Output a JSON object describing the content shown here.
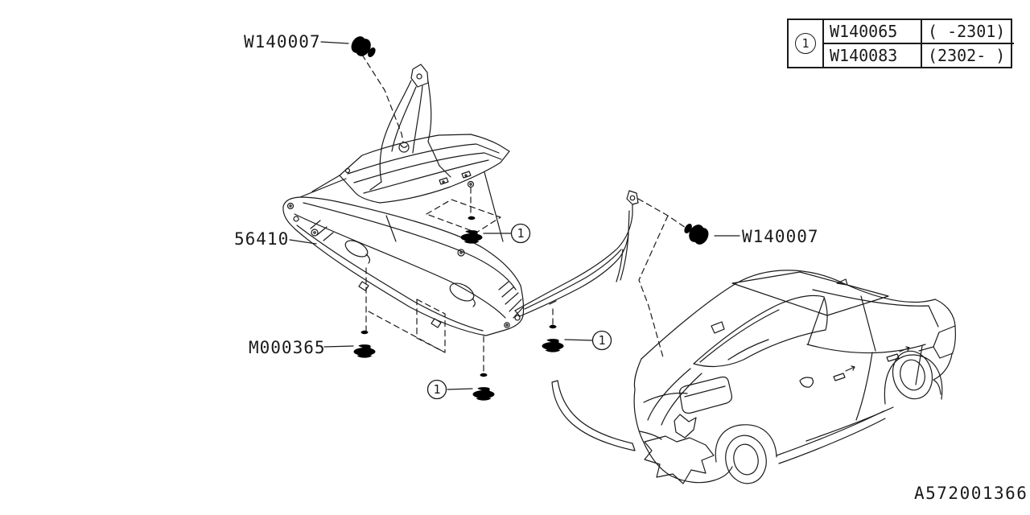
{
  "diagram": {
    "title_hint": "Under cover parts diagram",
    "footer_code": "A572001366",
    "labels": {
      "clip_top_left": "W140007",
      "clip_right": "W140007",
      "main_panel": "56410",
      "bolt": "M000365"
    },
    "callout": {
      "number": "1"
    },
    "ref_table": {
      "callout_number": "1",
      "rows": [
        {
          "part_no": "W140065",
          "applicability": "( -2301)"
        },
        {
          "part_no": "W140083",
          "applicability": "(2302- )"
        }
      ]
    },
    "colors": {
      "line": "#1a1a1a",
      "background": "#ffffff"
    }
  }
}
